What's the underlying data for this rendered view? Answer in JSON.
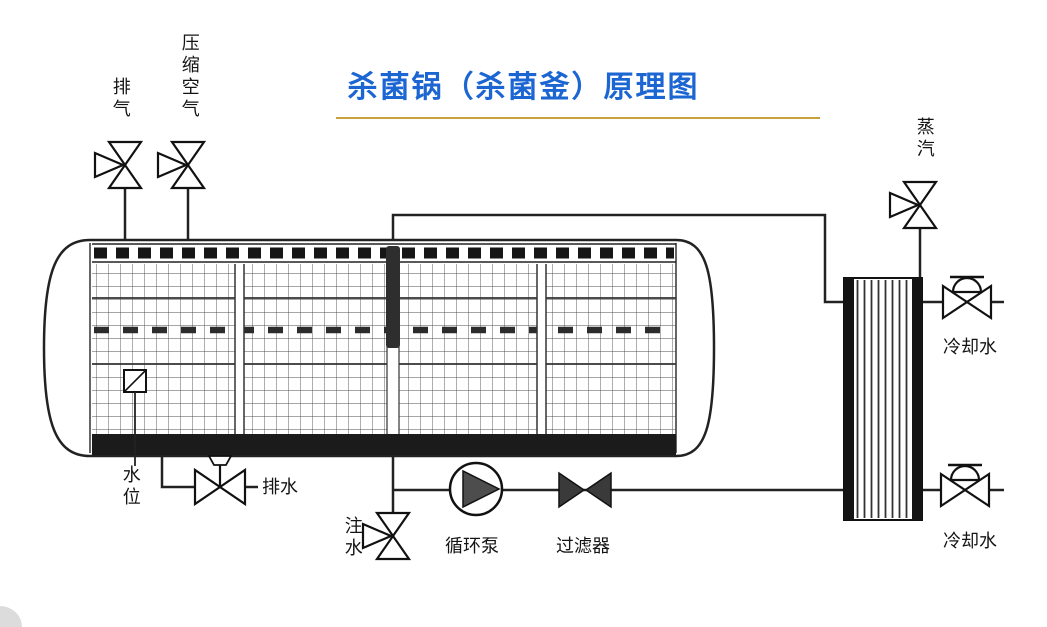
{
  "title": {
    "text": "杀菌锅（杀菌釜）原理图",
    "color": "#1b66d2",
    "underline_color": "#c9a13b"
  },
  "labels": {
    "exhaust": "排气",
    "compressed_air": "压缩空气",
    "steam": "蒸汽",
    "cooling_water_top": "冷却水",
    "cooling_water_bottom": "冷却水",
    "water_level": "水位",
    "drain": "排水",
    "water_inlet": "注水",
    "circulation_pump": "循环泵",
    "filter": "过滤器"
  },
  "colors": {
    "pipe_line": "#222222",
    "dark_fill": "#1b1b1b",
    "background": "#ffffff"
  },
  "icons": {
    "exhaust-valve-icon": "angle-valve",
    "compressed-air-valve-icon": "angle-valve",
    "steam-valve-icon": "angle-valve",
    "water-inlet-valve-icon": "angle-valve",
    "drain-valve-icon": "hand-valve",
    "cooling-water-valve-top-icon": "globe-valve",
    "cooling-water-valve-bottom-icon": "globe-valve",
    "circulation-pump-icon": "pump-circle-triangle",
    "filter-icon": "solid-bowtie",
    "heat-exchanger-icon": "vertical-coil",
    "temperature-probe-icon": "probe-bar",
    "water-level-gauge-icon": "square-gauge"
  }
}
